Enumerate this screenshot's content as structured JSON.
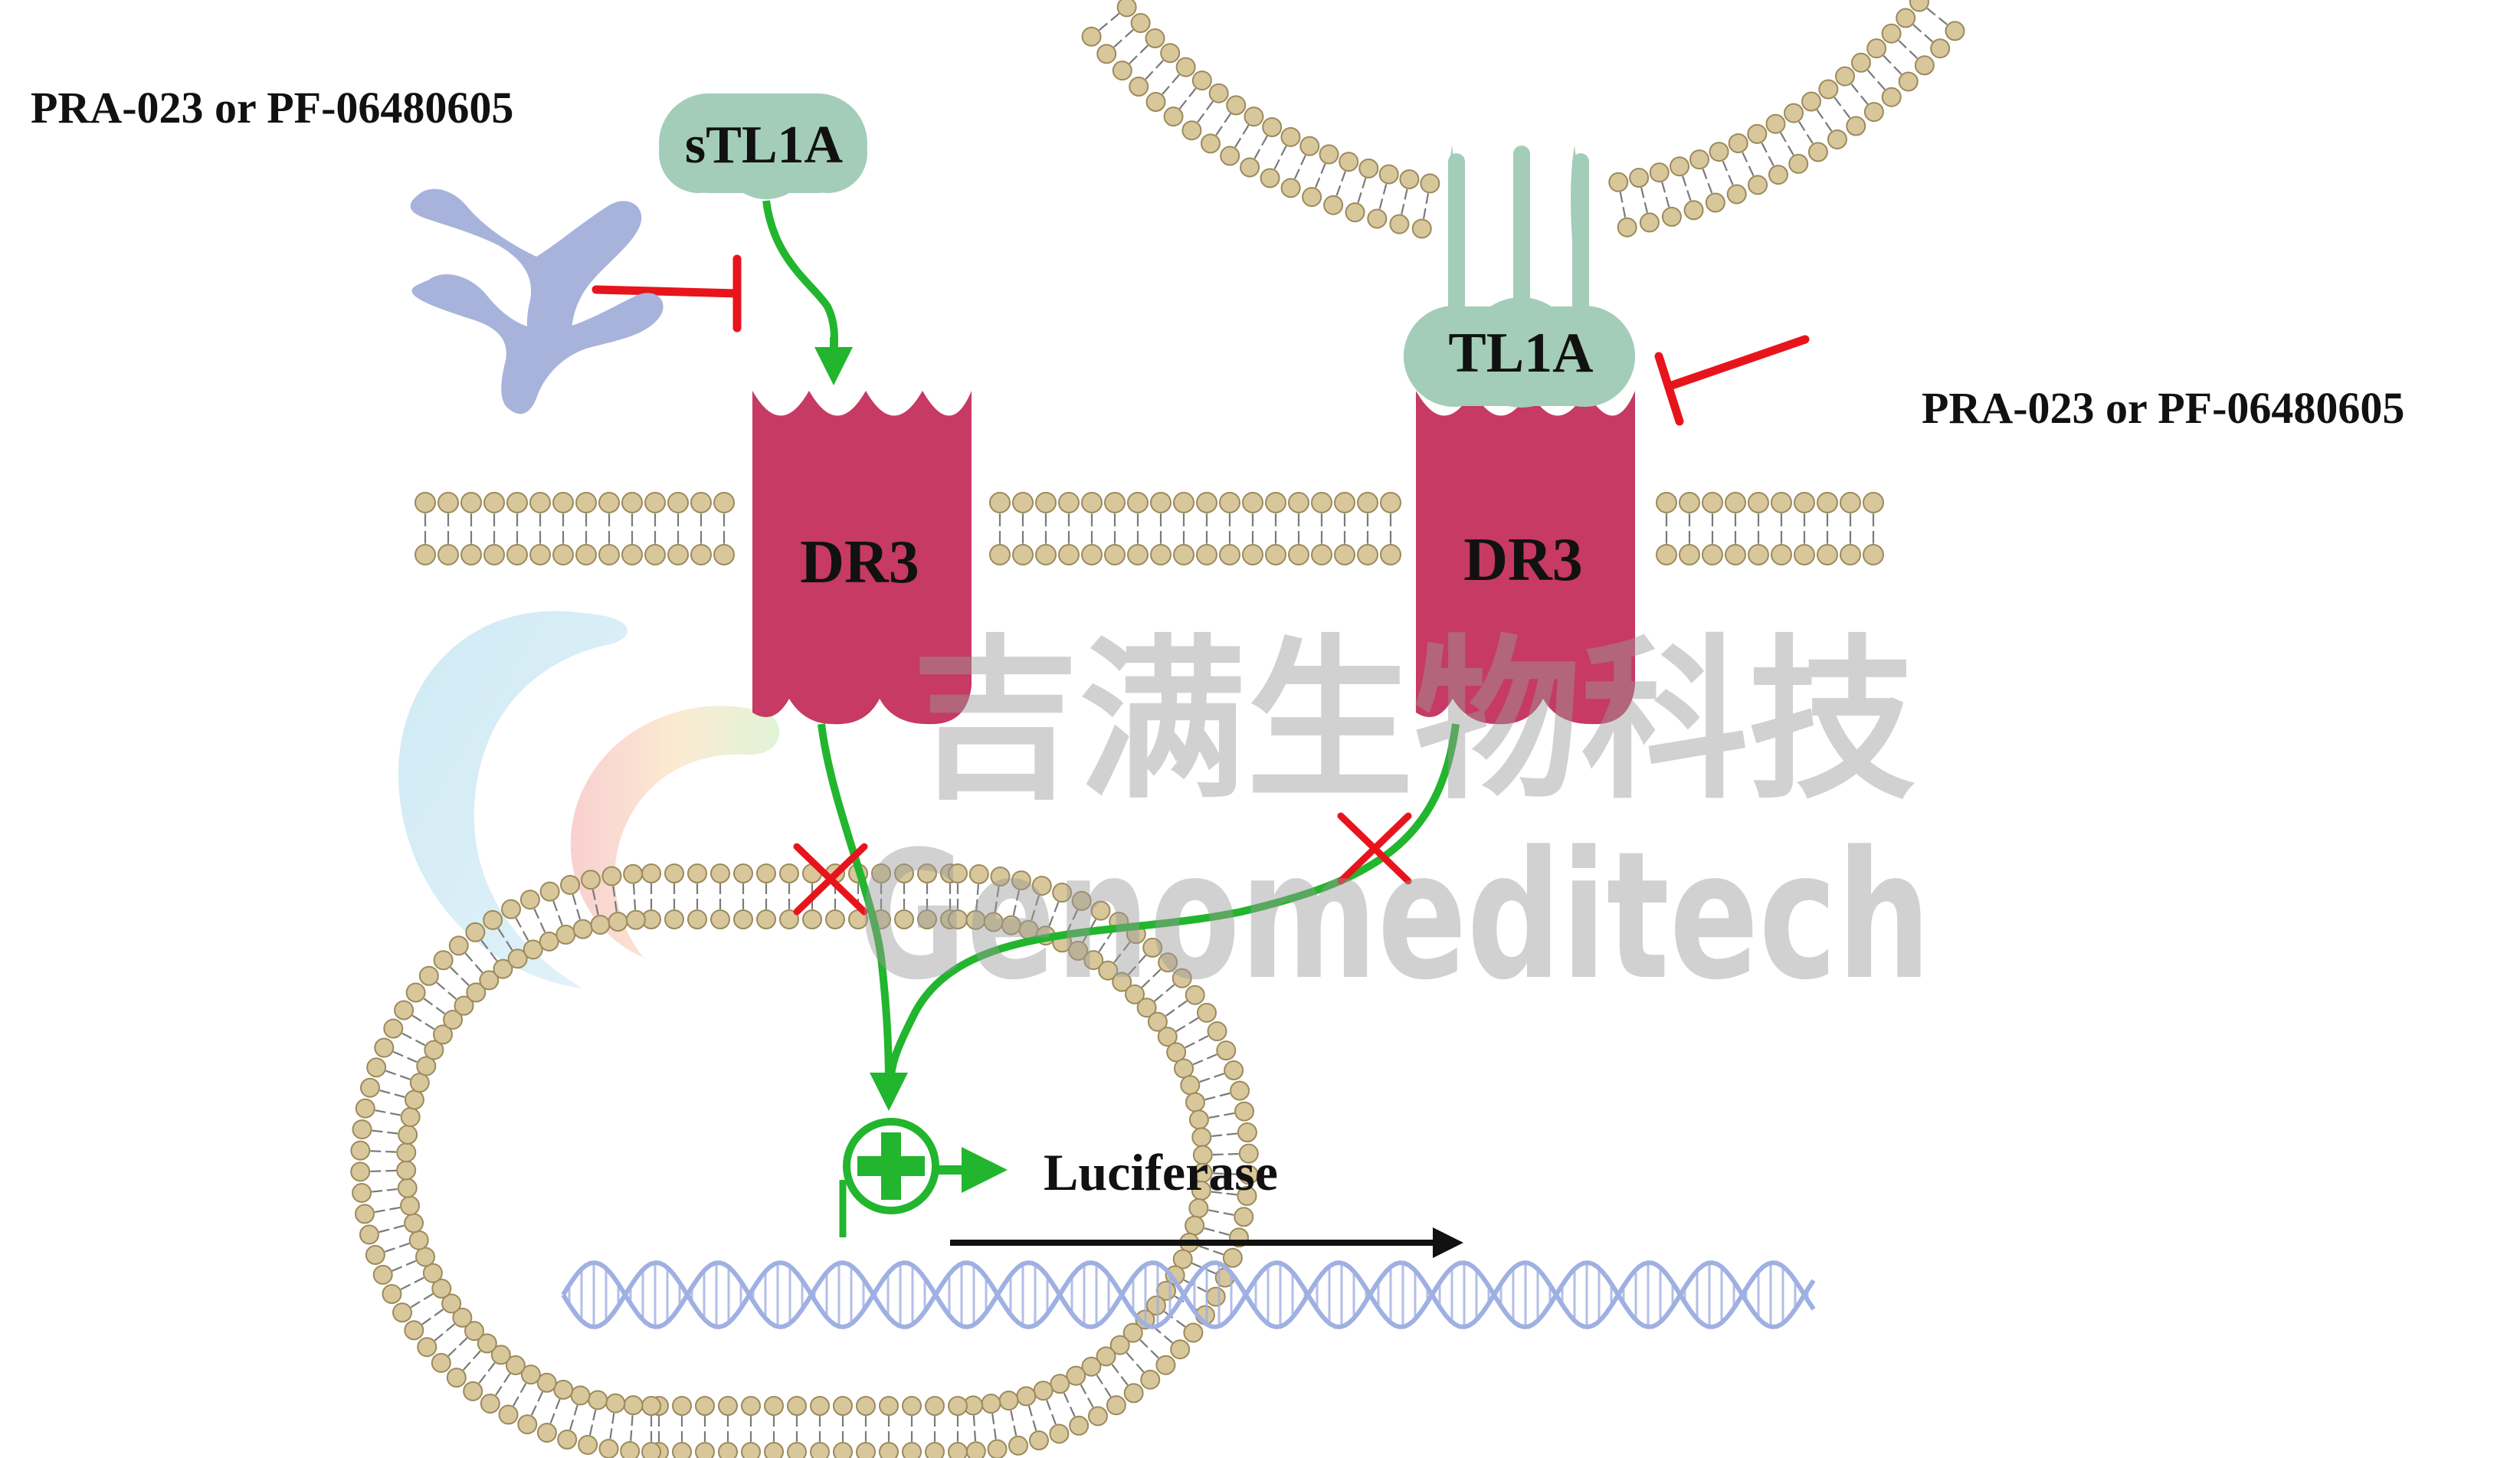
{
  "labels": {
    "antibody_left": "PRA-023 or PF-06480605",
    "antibody_right": "PRA-023 or PF-06480605",
    "soluble_ligand": "sTL1A",
    "membrane_ligand": "TL1A",
    "receptor_left": "DR3",
    "receptor_right": "DR3",
    "reporter": "Luciferase"
  },
  "watermark": {
    "chinese": "吉满生物科技",
    "english": "Genomeditech"
  },
  "colors": {
    "receptor": "#c63a63",
    "ligand": "#a3cdb8",
    "antibody": "#a8b3dc",
    "activation": "#22b52e",
    "inhibition": "#e8141c",
    "lipid_head": "#d8c79a",
    "lipid_head_edge": "#9c8a5c",
    "dna": "#9fb0e2"
  }
}
